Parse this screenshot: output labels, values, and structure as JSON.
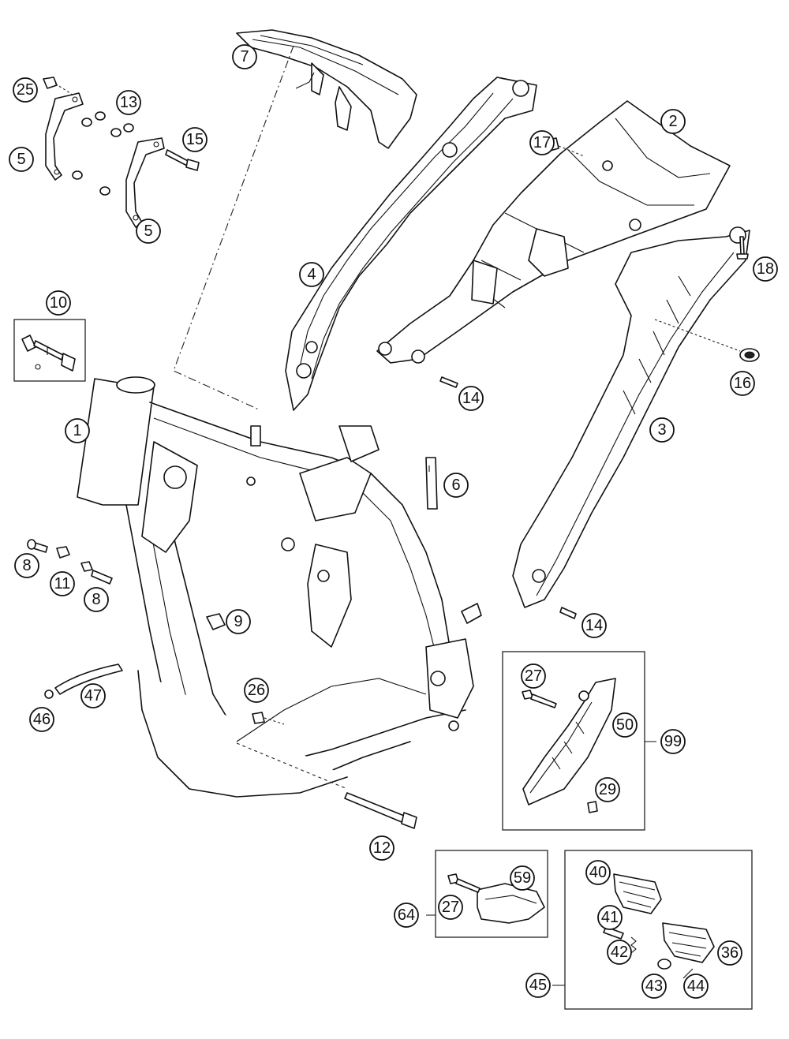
{
  "labels": [
    {
      "id": "1",
      "text": "1"
    },
    {
      "id": "2",
      "text": "2"
    },
    {
      "id": "3",
      "text": "3"
    },
    {
      "id": "4",
      "text": "4"
    },
    {
      "id": "5a",
      "text": "5"
    },
    {
      "id": "5b",
      "text": "5"
    },
    {
      "id": "6",
      "text": "6"
    },
    {
      "id": "7",
      "text": "7"
    },
    {
      "id": "8a",
      "text": "8"
    },
    {
      "id": "8b",
      "text": "8"
    },
    {
      "id": "9",
      "text": "9"
    },
    {
      "id": "10",
      "text": "10"
    },
    {
      "id": "11",
      "text": "11"
    },
    {
      "id": "12",
      "text": "12"
    },
    {
      "id": "13",
      "text": "13"
    },
    {
      "id": "14a",
      "text": "14"
    },
    {
      "id": "14b",
      "text": "14"
    },
    {
      "id": "15",
      "text": "15"
    },
    {
      "id": "16",
      "text": "16"
    },
    {
      "id": "17",
      "text": "17"
    },
    {
      "id": "18",
      "text": "18"
    },
    {
      "id": "25",
      "text": "25"
    },
    {
      "id": "26",
      "text": "26"
    },
    {
      "id": "27a",
      "text": "27"
    },
    {
      "id": "27b",
      "text": "27"
    },
    {
      "id": "29",
      "text": "29"
    },
    {
      "id": "36",
      "text": "36"
    },
    {
      "id": "40",
      "text": "40"
    },
    {
      "id": "41",
      "text": "41"
    },
    {
      "id": "42",
      "text": "42"
    },
    {
      "id": "43",
      "text": "43"
    },
    {
      "id": "44",
      "text": "44"
    },
    {
      "id": "45",
      "text": "45"
    },
    {
      "id": "46",
      "text": "46"
    },
    {
      "id": "47",
      "text": "47"
    },
    {
      "id": "50",
      "text": "50"
    },
    {
      "id": "59",
      "text": "59"
    },
    {
      "id": "64",
      "text": "64"
    },
    {
      "id": "99",
      "text": "99"
    }
  ]
}
